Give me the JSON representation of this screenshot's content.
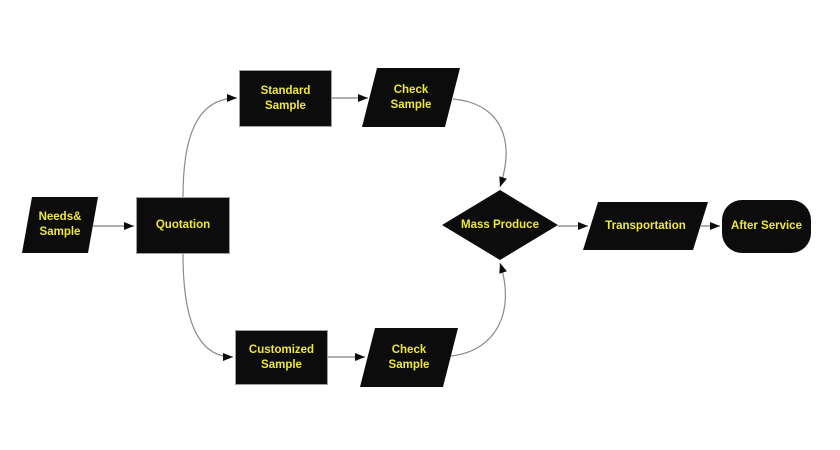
{
  "diagram": {
    "type": "flowchart",
    "colors": {
      "background": "#ffffff",
      "node_fill": "#0c0c0c",
      "label_text": "#efe73a",
      "connector_line": "#7d7d7d",
      "arrowhead": "#0c0c0c"
    },
    "nodes": [
      {
        "id": "needs-sample",
        "shape": "parallelogram",
        "label": "Needs&\nSample"
      },
      {
        "id": "quotation",
        "shape": "rectangle",
        "label": "Quotation"
      },
      {
        "id": "standard-sample",
        "shape": "rectangle",
        "label": "Standard\nSample"
      },
      {
        "id": "check-sample-top",
        "shape": "parallelogram",
        "label": "Check\nSample"
      },
      {
        "id": "customized-sample",
        "shape": "rectangle",
        "label": "Customized\nSample"
      },
      {
        "id": "check-sample-bottom",
        "shape": "parallelogram",
        "label": "Check\nSample"
      },
      {
        "id": "mass-produce",
        "shape": "diamond",
        "label": "Mass Produce"
      },
      {
        "id": "transportation",
        "shape": "parallelogram",
        "label": "Transportation"
      },
      {
        "id": "after-service",
        "shape": "rounded-rect",
        "label": "After Service"
      }
    ],
    "edges": [
      {
        "from": "needs-sample",
        "to": "quotation"
      },
      {
        "from": "quotation",
        "to": "standard-sample"
      },
      {
        "from": "quotation",
        "to": "customized-sample"
      },
      {
        "from": "standard-sample",
        "to": "check-sample-top"
      },
      {
        "from": "customized-sample",
        "to": "check-sample-bottom"
      },
      {
        "from": "check-sample-top",
        "to": "mass-produce"
      },
      {
        "from": "check-sample-bottom",
        "to": "mass-produce"
      },
      {
        "from": "mass-produce",
        "to": "transportation"
      },
      {
        "from": "transportation",
        "to": "after-service"
      }
    ]
  }
}
